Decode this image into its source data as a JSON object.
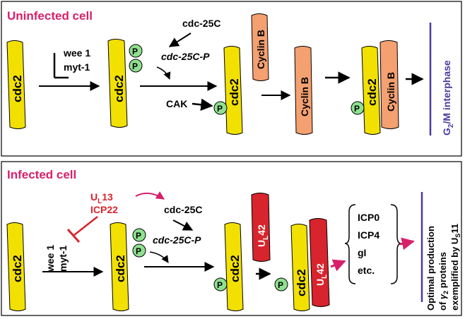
{
  "top_panel": {
    "title": "Uninfected cell",
    "protein_cdc2": "cdc2",
    "inhibitor_wee1": "wee 1",
    "inhibitor_myt1": "myt-1",
    "phospho": "P",
    "cdc25c": "cdc-25C",
    "cdc25c_p": "cdc-25C-P",
    "cak": "CAK",
    "cyclin_b": "Cyclin B",
    "endpoint_main": "G",
    "endpoint_sub": "2",
    "endpoint_rest": "/M interphase"
  },
  "bottom_panel": {
    "title": "Infected cell",
    "protein_cdc2": "cdc2",
    "ul13_main": "U",
    "ul13_sub": "L",
    "ul13_rest": "13",
    "icp22": "ICP22",
    "inhibitor_wee1": "wee 1",
    "inhibitor_myt1": "myt-1",
    "phospho": "P",
    "cdc25c": "cdc-25C",
    "cdc25c_p": "cdc-25C-P",
    "ul42_main": "U",
    "ul42_sub": "L",
    "ul42_rest": "42",
    "genes": [
      "ICP0",
      "ICP4",
      "gI",
      "etc."
    ],
    "outcome_line1": "Optimal production",
    "outcome_line2_a": "of ",
    "outcome_line2_gamma": "γ",
    "outcome_line2_sub": "2",
    "outcome_line2_b": " proteins",
    "outcome_line3_a": "exemplified by U",
    "outcome_line3_sub": "S",
    "outcome_line3_b": "11"
  },
  "colors": {
    "yellow": "#f2e100",
    "orange": "#f4a070",
    "red": "#d8242c",
    "green": "#8fe08f",
    "magenta": "#d8206a",
    "purple": "#4b3aa0"
  }
}
